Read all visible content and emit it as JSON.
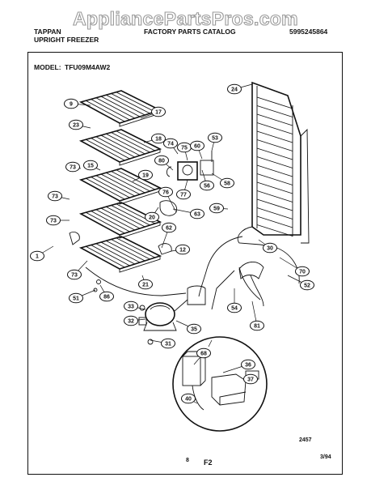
{
  "watermark": "AppliancePartsPros.com",
  "header": {
    "brand": "TAPPAN",
    "product": "UPRIGHT FREEZER",
    "catalog": "FACTORY PARTS CATALOG",
    "catalog_number": "5995245864",
    "model_label": "MODEL:",
    "model_number": "TFU09M4AW2"
  },
  "footer": {
    "code": "2457",
    "page": "8",
    "section": "F2",
    "date": "3/94"
  },
  "part_labels": [
    "9",
    "17",
    "23",
    "18",
    "74",
    "75",
    "60",
    "53",
    "80",
    "73",
    "15",
    "19",
    "76",
    "77",
    "56",
    "58",
    "73",
    "20",
    "63",
    "59",
    "62",
    "73",
    "12",
    "1",
    "73",
    "21",
    "51",
    "86",
    "33",
    "32",
    "35",
    "31",
    "24",
    "30",
    "70",
    "52",
    "54",
    "81",
    "68",
    "36",
    "37",
    "40"
  ]
}
